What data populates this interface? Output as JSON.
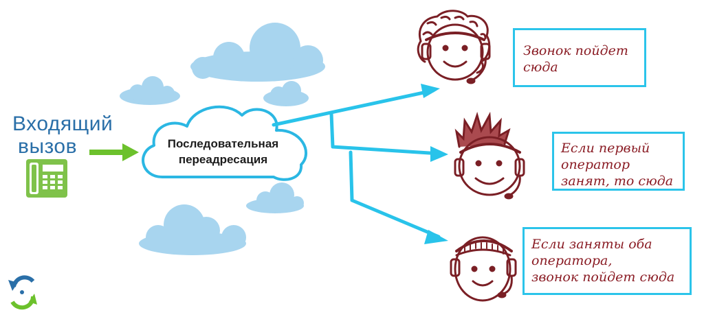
{
  "incoming": {
    "line1": "Входящий",
    "line2": "вызов"
  },
  "cloud": {
    "line1": "Последовательная",
    "line2": "переадресация"
  },
  "notes": {
    "first": {
      "line1": "Звонок пойдет",
      "line2": "сюда"
    },
    "second": {
      "line1": "Если первый",
      "line2": "оператор",
      "line3": "занят, то сюда"
    },
    "third": {
      "line1": "Если заняты оба",
      "line2": "оператора,",
      "line3": "звонок пойдет сюда"
    }
  },
  "colors": {
    "sky_cloud": "#a8d5ef",
    "arrow": "#29c3ea",
    "green_arrow": "#6cc12c",
    "phone": "#7fc24a",
    "label_blue": "#2a6fa8",
    "note_text": "#8a1c24",
    "face_ink": "#7a1f25"
  },
  "icons": {
    "phone": "desk-phone-icon",
    "logo": "circular-arrows-logo",
    "operators": [
      "operator-curly-hair-icon",
      "operator-spiky-hair-icon",
      "operator-short-hair-icon"
    ]
  }
}
